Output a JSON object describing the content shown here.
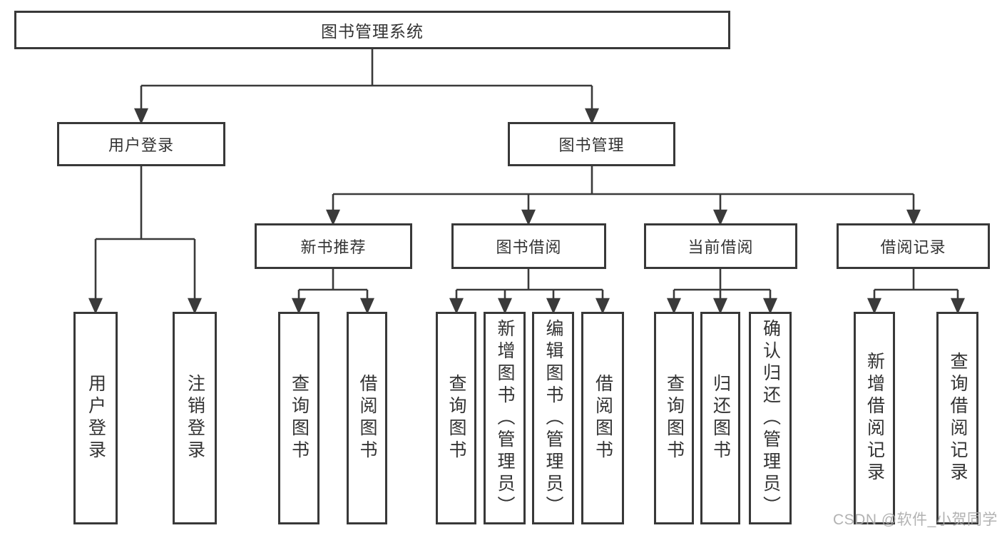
{
  "diagram_title": "图书管理系统",
  "tree": {
    "root": "图书管理系统",
    "branches": [
      {
        "label": "用户登录",
        "children": [
          "用户登录",
          "注销登录"
        ]
      },
      {
        "label": "图书管理",
        "children": [
          {
            "label": "新书推荐",
            "children": [
              "查询图书",
              "借阅图书"
            ]
          },
          {
            "label": "图书借阅",
            "children": [
              "查询图书",
              "新增图书（管理员）",
              "编辑图书（管理员）",
              "借阅图书"
            ]
          },
          {
            "label": "当前借阅",
            "children": [
              "查询图书",
              "归还图书",
              "确认归还（管理员）"
            ]
          },
          {
            "label": "借阅记录",
            "children": [
              "新增借阅记录",
              "查询借阅记录"
            ]
          }
        ]
      }
    ]
  },
  "colors": {
    "line": "#3a3a3a",
    "border": "#383838",
    "text": "#333333",
    "watermark": "#aaaaaa"
  },
  "watermark": "CSDN @软件_小贺同学"
}
